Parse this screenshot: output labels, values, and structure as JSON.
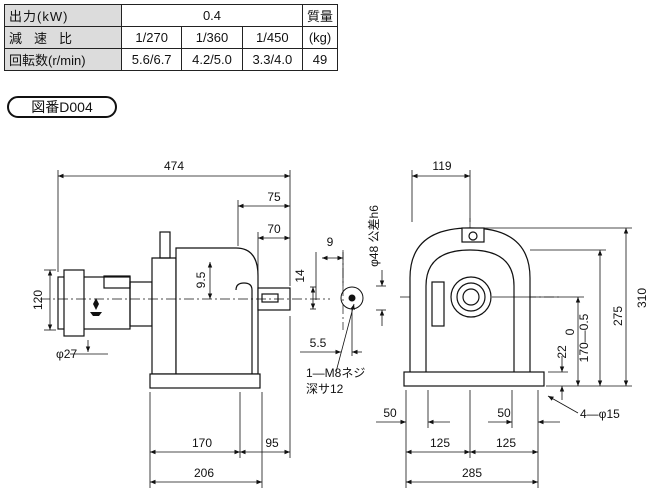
{
  "spec_table": {
    "row_output": {
      "label": "出力(kW)",
      "value": "0.4",
      "mass_label": "質量"
    },
    "row_ratio": {
      "label": "減速比",
      "values": [
        "1/270",
        "1/360",
        "1/450"
      ],
      "mass_unit": "(kg)"
    },
    "row_speed": {
      "label": "回転数(r/min)",
      "values": [
        "5.6/6.7",
        "4.2/5.0",
        "3.3/4.0"
      ],
      "mass_value": "49"
    }
  },
  "drawing_number": "図番D004",
  "dimensions": {
    "overall_length": "474",
    "d75": "75",
    "d70": "70",
    "d9_5": "9.5",
    "d120": "120",
    "phi27": "φ27",
    "d170": "170",
    "d95": "95",
    "d206": "206",
    "d9": "9",
    "shaft_dia": "φ48 公差h6",
    "d14": "14",
    "d5_5": "5.5",
    "tap_line1": "1―M8ネジ",
    "tap_line2": "深サ12",
    "d50_left": "50",
    "d119": "119",
    "d310": "310",
    "d275": "275",
    "tol_top": "0",
    "tol_mid": "170―0.5",
    "d22": "22",
    "holes": "4―φ15",
    "d50_right": "50",
    "d125_left": "125",
    "d125_right": "125",
    "d285": "285"
  },
  "colors": {
    "line": "#111111",
    "header_bg": "#dcdcdc",
    "body_fill": "#ffffff"
  }
}
